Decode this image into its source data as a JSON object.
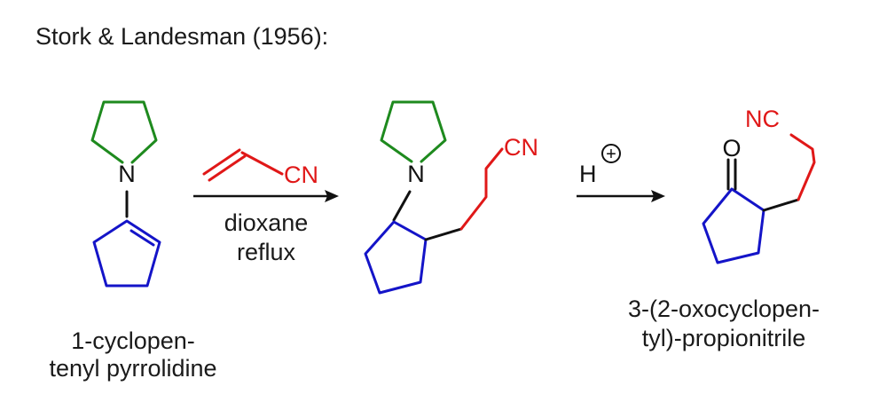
{
  "title": "Stork & Landesman (1956):",
  "reactant": {
    "name_line1": "1-cyclopen-",
    "name_line2": "tenyl pyrrolidine",
    "atom_n": "N"
  },
  "step1": {
    "reagent_group": "CN",
    "condition_line1": "dioxane",
    "condition_line2": "reflux"
  },
  "intermediate": {
    "atom_n": "N",
    "atom_cn": "CN"
  },
  "step2": {
    "reagent": "H",
    "charge": "+"
  },
  "product": {
    "atom_o": "O",
    "atom_nc": "NC",
    "name_line1": "3-(2-oxocyclopen-",
    "name_line2": "tyl)-propionitrile"
  },
  "colors": {
    "pyrrolidine": "#1e8a1e",
    "cyclopentane": "#1414c8",
    "nitrile_chain": "#e01818",
    "bonds": "#111111"
  }
}
